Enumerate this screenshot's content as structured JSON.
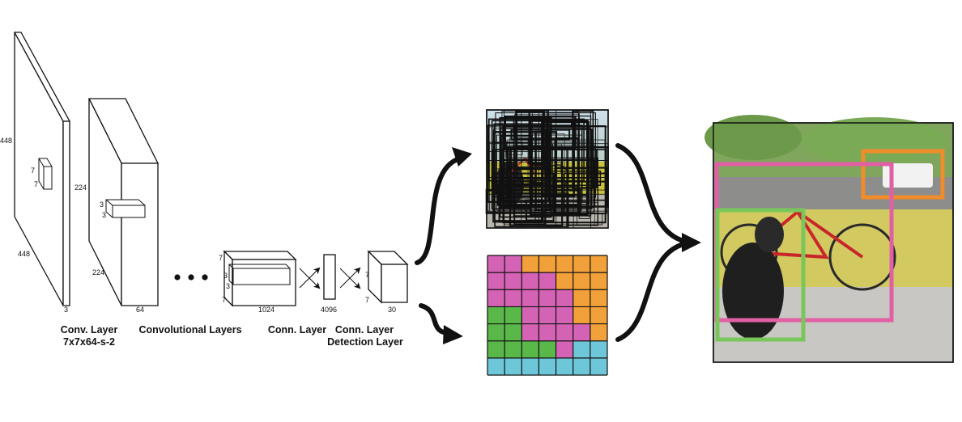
{
  "network": {
    "layer1": {
      "depth": "3",
      "height": "448",
      "width": "448",
      "kernel_w": "7",
      "kernel_h": "7"
    },
    "layer2": {
      "depth": "64",
      "height": "224",
      "width": "224",
      "kernel_w": "3",
      "kernel_h": "3"
    },
    "layer3": {
      "depth": "1024",
      "k1": "7",
      "k2": "3",
      "k3": "3",
      "k4": "7"
    },
    "fc": {
      "size": "4096"
    },
    "output": {
      "depth": "30",
      "k1": "7",
      "k2": "7"
    }
  },
  "captions": {
    "conv1_line1": "Conv. Layer",
    "conv1_line2": "7x7x64-s-2",
    "conv_layers": "Convolutional Layers",
    "conn_layer": "Conn. Layer",
    "conn_layer2": "Conn. Layer",
    "detection_layer": "Detection Layer"
  },
  "icons": [
    "ellipsis-dots",
    "curved-arrow",
    "cross-arrow"
  ],
  "colors": {
    "class_pink": "#d463b5",
    "class_orange": "#f2a13a",
    "class_green": "#5ab84a",
    "class_cyan": "#6ec7d9",
    "box_pink": "#e15fa5",
    "box_orange": "#f08c2a",
    "box_green": "#79c75a"
  },
  "class_map": [
    [
      "p",
      "p",
      "o",
      "o",
      "o",
      "o",
      "o"
    ],
    [
      "p",
      "p",
      "p",
      "p",
      "o",
      "o",
      "o"
    ],
    [
      "p",
      "p",
      "p",
      "p",
      "p",
      "o",
      "o"
    ],
    [
      "g",
      "g",
      "p",
      "p",
      "p",
      "o",
      "o"
    ],
    [
      "g",
      "g",
      "p",
      "p",
      "p",
      "p",
      "o"
    ],
    [
      "g",
      "g",
      "g",
      "g",
      "p",
      "c",
      "c"
    ],
    [
      "c",
      "c",
      "c",
      "c",
      "c",
      "c",
      "c"
    ]
  ]
}
